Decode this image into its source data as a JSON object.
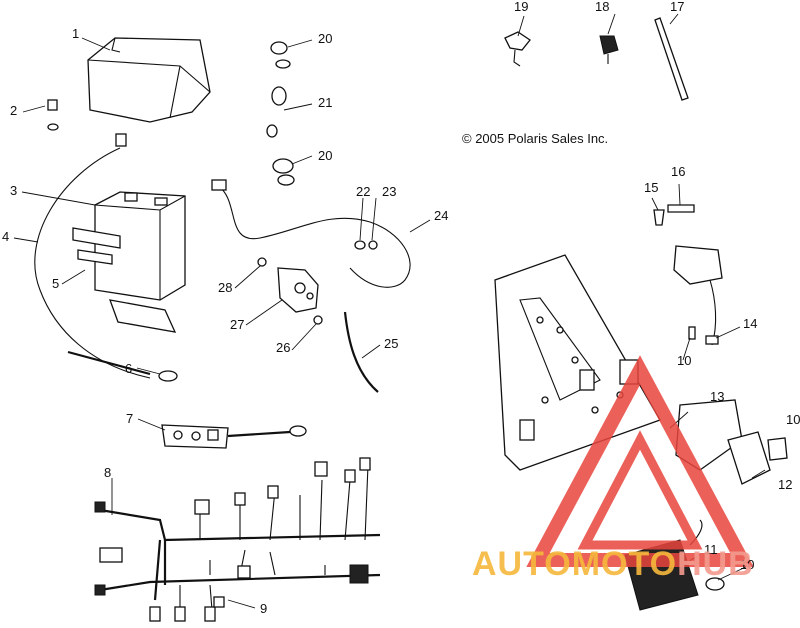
{
  "copyright": "© 2005 Polaris Sales Inc.",
  "callouts": [
    "1",
    "2",
    "3",
    "4",
    "5",
    "6",
    "7",
    "8",
    "9",
    "10",
    "10",
    "10",
    "11",
    "12",
    "13",
    "14",
    "15",
    "16",
    "17",
    "18",
    "19",
    "20",
    "20",
    "21",
    "22",
    "23",
    "24",
    "25",
    "26",
    "27",
    "28"
  ],
  "watermark": {
    "left": "AUTOMOTO",
    "right": "HUB"
  },
  "colors": {
    "ink": "#111111",
    "watermark_red": "#e8453c",
    "watermark_orange": "#f6b83c"
  }
}
